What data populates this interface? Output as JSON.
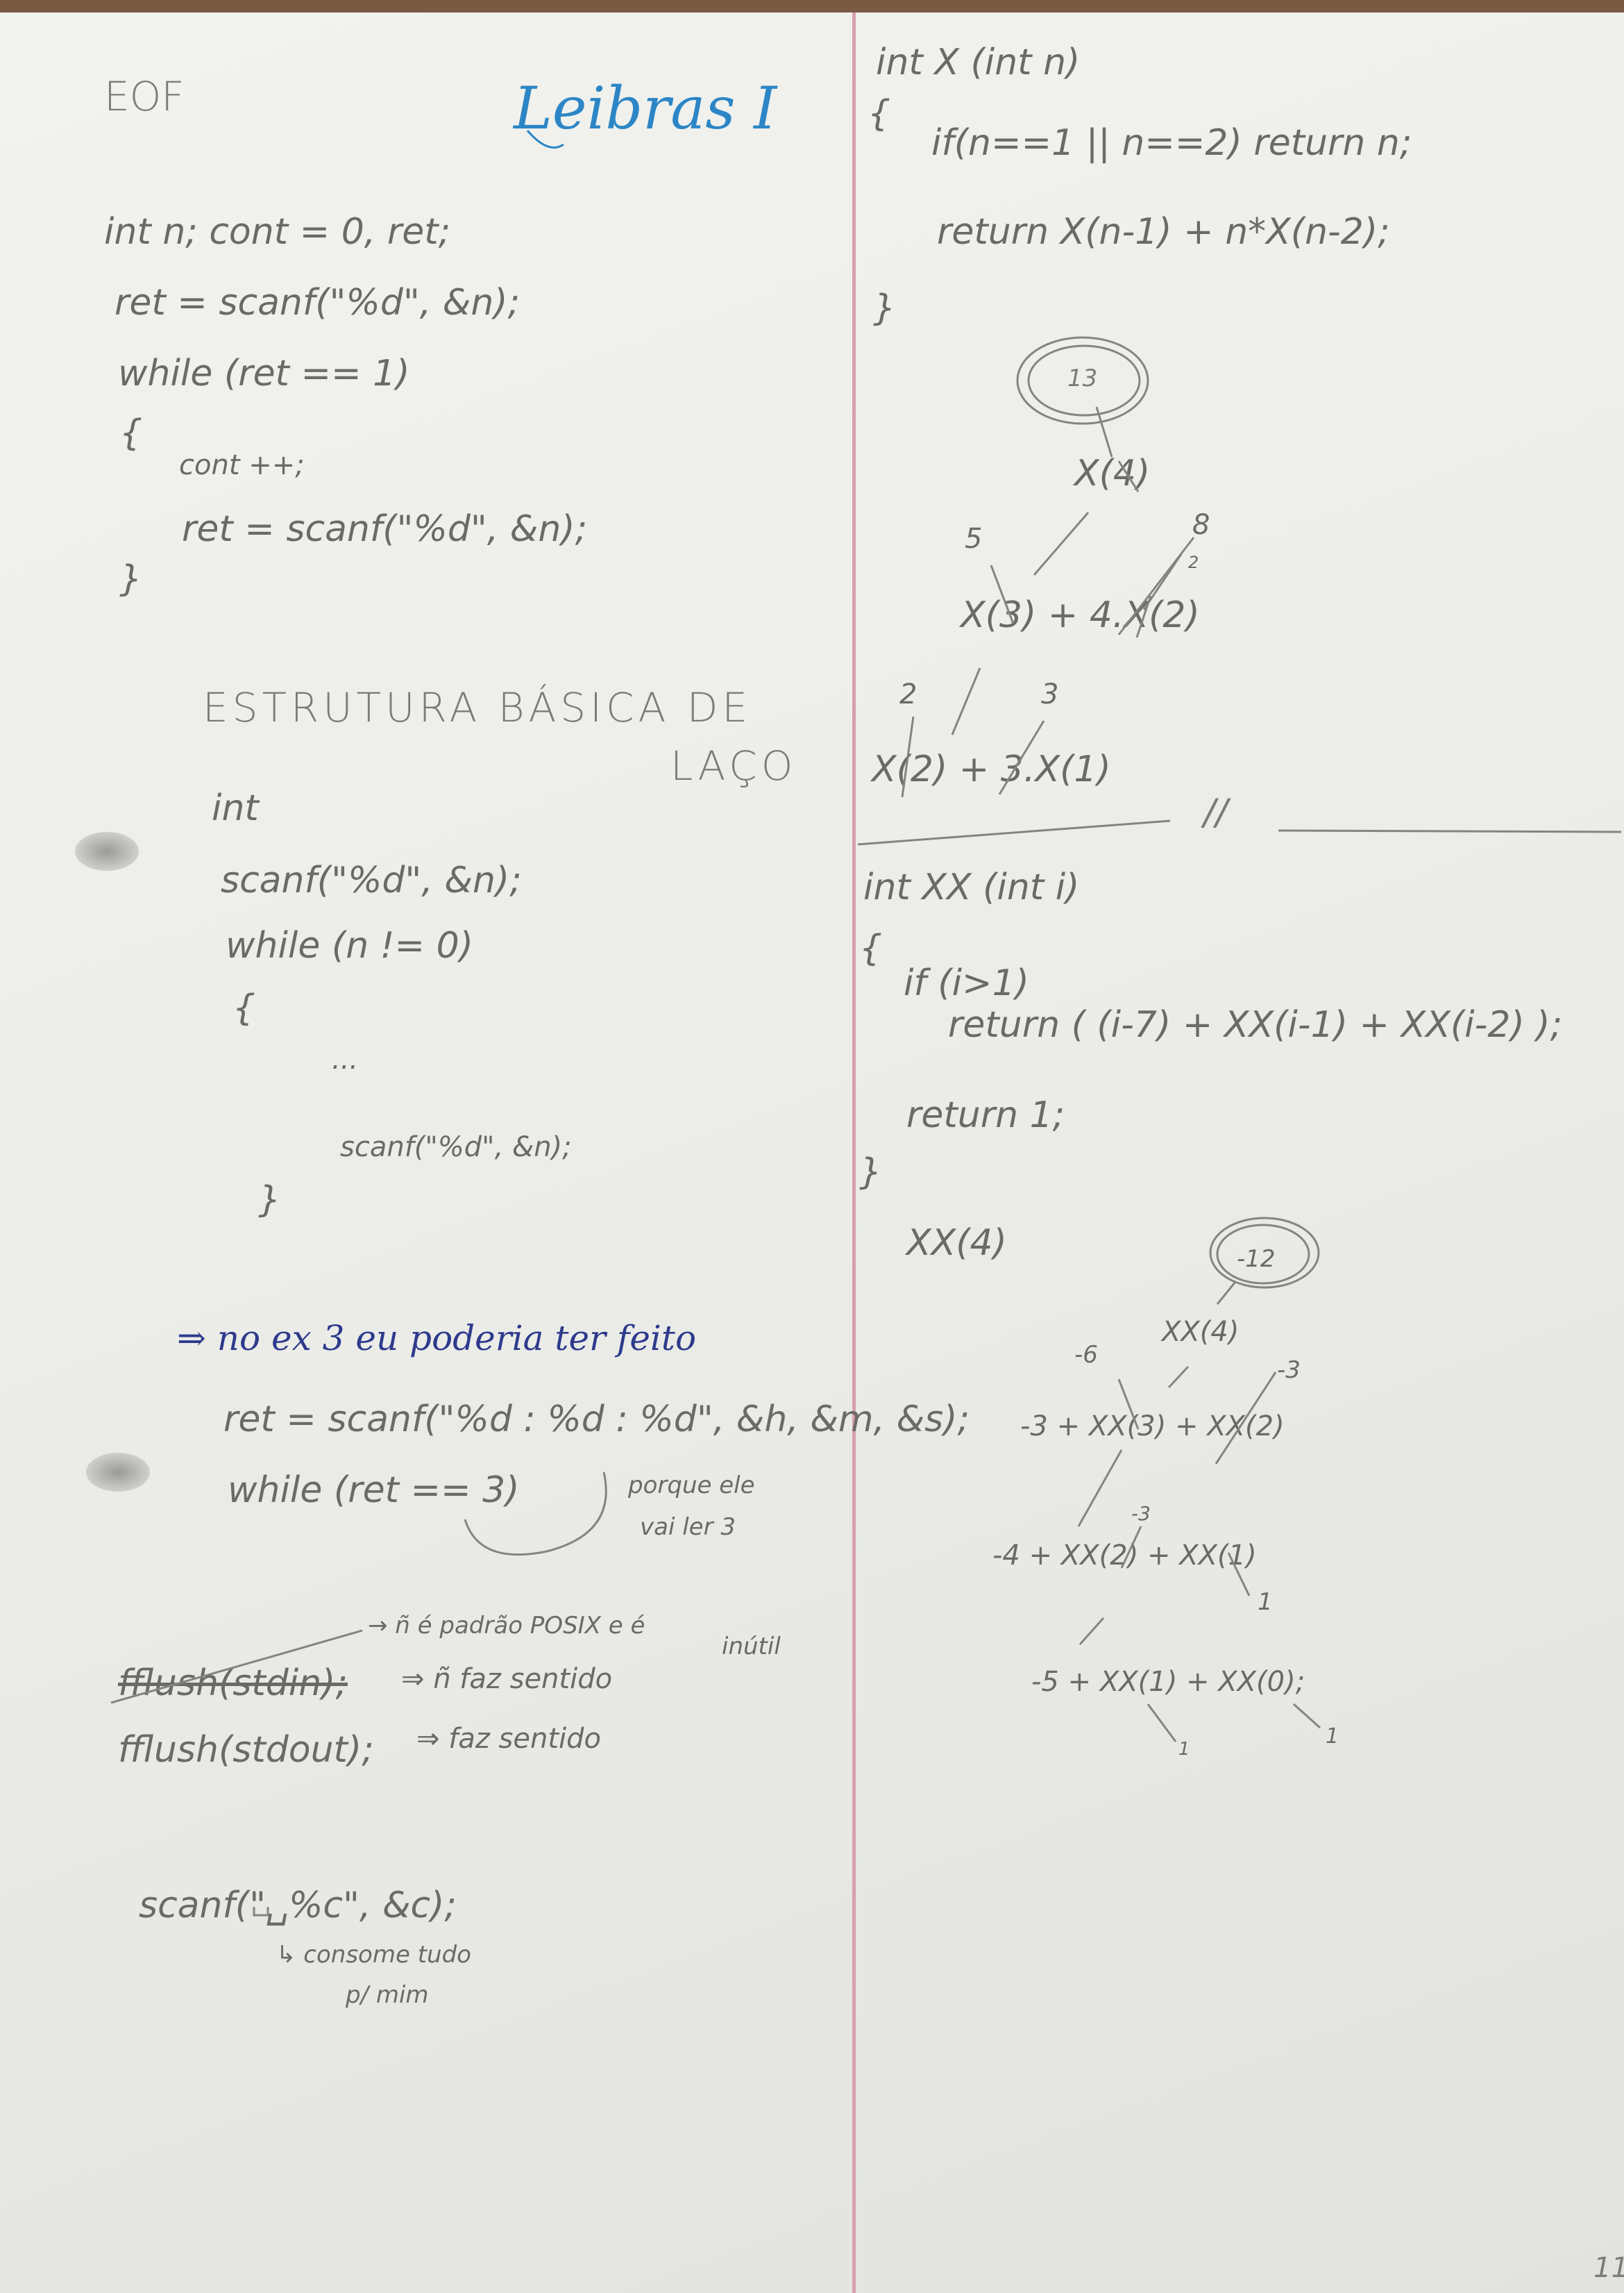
{
  "left": {
    "header": "EOF",
    "title": "Leibras I",
    "eof_code": [
      "int n; cont = 0, ret;",
      "ret = scanf(\"%d\", &n);",
      "while (ret == 1)",
      "{",
      "cont ++;",
      "ret = scanf(\"%d\", &n);",
      "}"
    ],
    "section_title_1": "ESTRUTURA BÁSICA DE",
    "section_title_2": "LAÇO",
    "loop_code": [
      "int",
      "scanf(\"%d\", &n);",
      "while (n != 0)",
      "{",
      "...",
      "scanf(\"%d\", &n);",
      "}"
    ],
    "note_blue": "⇒ no ex 3 eu poderia ter feito",
    "ret_line": "ret = scanf(\"%d : %d : %d\", &h, &m, &s);",
    "while_line": "while (ret == 3)",
    "porque_1": "porque ele",
    "porque_2": "vai ler 3",
    "posix_note": "→ ñ é padrão POSIX e é",
    "inutil": "inútil",
    "fflush_stdin": "fflush(stdin);",
    "fflush_stdin_note": "⇒ ñ faz sentido",
    "fflush_stdout": "fflush(stdout);",
    "fflush_stdout_note": "⇒ faz sentido",
    "scanf_c": "scanf(\"␣%c\", &c);",
    "consome_1": "↳ consome tudo",
    "consome_2": "p/ mim"
  },
  "right": {
    "x_func": [
      "int X (int n)",
      "{",
      "if(n==1 || n==2) return n;",
      "return X(n-1) + n*X(n-2);",
      "}"
    ],
    "tree1": {
      "result": "13",
      "root": "X(4)",
      "left_val": "5",
      "right_val": "8",
      "right_small": "2",
      "level2": "X(3) + 4.X(2)",
      "l2_left_val": "2",
      "l2_right_val": "3",
      "level3": "X(2) + 3.X(1)"
    },
    "divider_mark": "//",
    "xx_func": [
      "int XX (int i)",
      "{",
      "if (i>1)",
      "return ( (i-7) + XX(i-1) + XX(i-2) );",
      "return 1;",
      "}"
    ],
    "xx_call": "XX(4)",
    "tree2": {
      "result": "-12",
      "root": "XX(4)",
      "v_left": "-6",
      "v_right": "-3",
      "l1": "-3 + XX(3) + XX(2)",
      "v_mid": "-3",
      "l2": "-4 + XX(2) + XX(1)",
      "v_one": "1",
      "l3": "-5 + XX(1) + XX(0);",
      "v_leaf_a": "1",
      "v_leaf_b": "1"
    },
    "page_number": "11"
  }
}
